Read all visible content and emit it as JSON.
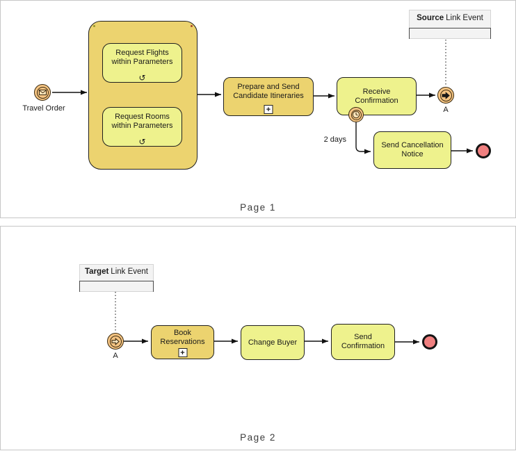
{
  "colors": {
    "canvas_bg": "#ffffff",
    "panel_border": "#c6c6c6",
    "subprocess_fill": "#ecd36f",
    "task_fill": "#eef28d",
    "node_stroke": "#1f1f1f",
    "event_fill": "#f5c482",
    "event_stroke": "#3a2a10",
    "end_event_fill": "#f08080",
    "annotation_fill": "#f3f3f3",
    "annotation_border": "#d4d4d4",
    "connector_color": "#111111",
    "text_color": "#1a1a1a"
  },
  "icons": {
    "loop_marker": "↺",
    "plus_marker": "+"
  },
  "page1": {
    "page_label": "Page 1",
    "start_event_label": "Travel Order",
    "subprocess_tasks": {
      "flights": "Request Flights within Parameters",
      "rooms": "Request Rooms within Parameters"
    },
    "tasks": {
      "prepare": "Prepare and Send Candidate Itineraries",
      "receive": "Receive Confirmation",
      "cancel": "Send Cancellation Notice"
    },
    "annotation": {
      "keyword": "Source",
      "text": "Link Event"
    },
    "link_event_label": "A",
    "timer_duration_label": "2 days"
  },
  "page2": {
    "page_label": "Page 2",
    "annotation": {
      "keyword": "Target",
      "text": "Link Event"
    },
    "link_event_label": "A",
    "tasks": {
      "book": "Book Reservations",
      "change": "Change Buyer",
      "confirm": "Send Confirmation"
    }
  }
}
